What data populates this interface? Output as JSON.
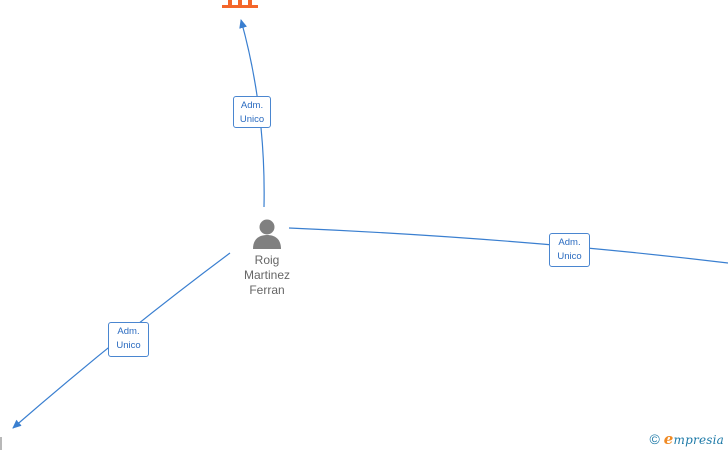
{
  "person": {
    "name_lines": [
      "Roig",
      "Martinez",
      "Ferran"
    ],
    "icon": "person-icon"
  },
  "company": {
    "icon": "building-icon",
    "color": "#f4662a"
  },
  "relations": [
    {
      "id": "top",
      "label_line1": "Adm.",
      "label_line2": "Unico"
    },
    {
      "id": "right",
      "label_line1": "Adm.",
      "label_line2": "Unico"
    },
    {
      "id": "bottom-left",
      "label_line1": "Adm.",
      "label_line2": "Unico"
    }
  ],
  "colors": {
    "edge": "#3a7fd0",
    "label_text": "#2a6bc0",
    "person_icon": "#808080",
    "person_text": "#666666",
    "brand": "#1e7aa8",
    "brand_accent": "#f08a24"
  },
  "watermark": {
    "copyright": "©",
    "brand_initial": "e",
    "brand_rest": "mpresia"
  }
}
